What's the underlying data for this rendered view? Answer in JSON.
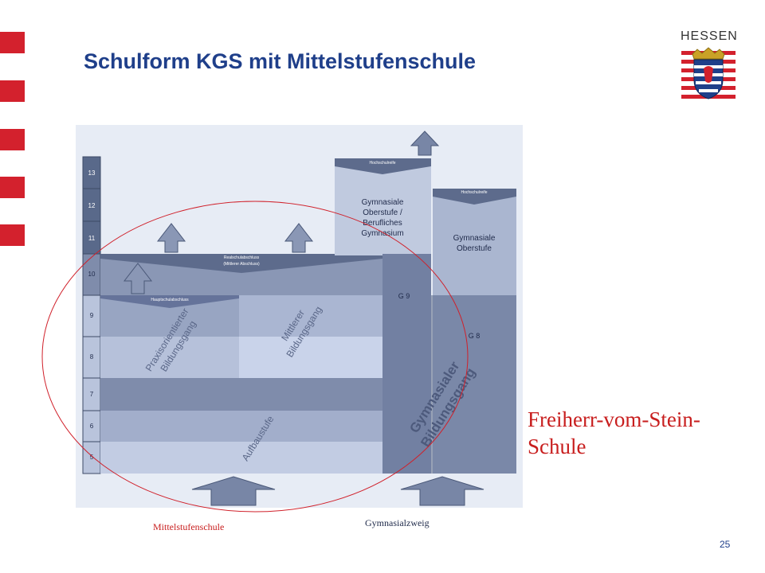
{
  "slide": {
    "title": "Schulform KGS mit Mittelstufenschule",
    "page_number": "25"
  },
  "logo": {
    "text": "HESSEN",
    "icon": "hessen-crest-icon",
    "colors": {
      "red": "#d3212d",
      "blue": "#1f3f8a"
    }
  },
  "diagram": {
    "grades": [
      "13",
      "12",
      "11",
      "10",
      "9",
      "8",
      "7",
      "6",
      "5"
    ],
    "labels": {
      "realschulabschluss": "Realschulabschluss",
      "mittlerer_abschluss": "(Mittlerer Abschluss)",
      "hauptschulabschluss": "Hauptschulabschluss",
      "hochschulreife_1": "Hochschulreife",
      "hochschulreife_2": "Hochschulreife",
      "gym_oberstufe_beruf": [
        "Gymnasiale",
        "Oberstufe /",
        "Berufliches",
        "Gymnasium"
      ],
      "gym_oberstufe": [
        "Gymnasiale",
        "Oberstufe"
      ],
      "g9": "G 9",
      "g8": "G 8",
      "praxis": [
        "Praxisorientierter",
        "Bildungsgang"
      ],
      "mittlerer": [
        "Mittlerer",
        "Bildungsgang"
      ],
      "gymnasialer": [
        "Gymnasialer",
        "Bildungsgang"
      ],
      "aufbaustufe": "Aufbaustufe"
    }
  },
  "annotation": {
    "school_lines": [
      "Freiherr-vom-Stein-",
      "Schule"
    ],
    "caption_left": "Mittelstufenschule",
    "caption_right": "Gymnasialzweig"
  }
}
